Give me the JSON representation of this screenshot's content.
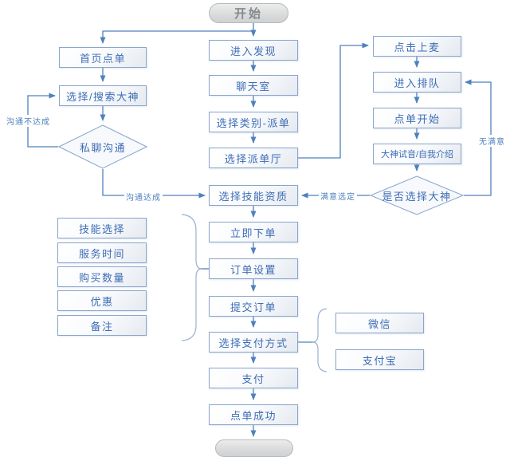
{
  "diagram": {
    "type": "flowchart",
    "language": "zh-CN",
    "colors": {
      "line": "#4f81bd",
      "box_border": "#8aa5cc",
      "box_text": "#3d6db5",
      "box_fill_start": "#ffffff",
      "box_fill_end": "#e5eaf0",
      "start_pill_fill": "#d9dadb",
      "start_pill_border": "#b6b9bc",
      "start_pill_text": "#85898d",
      "edge_label_text": "#4f81bd"
    },
    "nodes": {
      "start": {
        "label": "开始",
        "type": "terminator"
      },
      "homepage_order": {
        "label": "首页点单",
        "type": "process"
      },
      "select_search_expert": {
        "label": "选择/搜索大神",
        "type": "process"
      },
      "private_chat": {
        "label": "私聊沟通",
        "type": "decision"
      },
      "enter_discover": {
        "label": "进入发现",
        "type": "process"
      },
      "chat_room": {
        "label": "聊天室",
        "type": "process"
      },
      "select_category_dispatch": {
        "label": "选择类别-派单",
        "type": "process"
      },
      "select_dispatch_hall": {
        "label": "选择派单厅",
        "type": "process"
      },
      "select_skill_qualification": {
        "label": "选择技能资质",
        "type": "process"
      },
      "order_now": {
        "label": "立即下单",
        "type": "process"
      },
      "order_settings": {
        "label": "订单设置",
        "type": "process"
      },
      "submit_order": {
        "label": "提交订单",
        "type": "process"
      },
      "select_payment_method": {
        "label": "选择支付方式",
        "type": "process"
      },
      "pay": {
        "label": "支付",
        "type": "process"
      },
      "order_success": {
        "label": "点单成功",
        "type": "process"
      },
      "click_mic": {
        "label": "点击上麦",
        "type": "process"
      },
      "enter_queue": {
        "label": "进入排队",
        "type": "process"
      },
      "order_start": {
        "label": "点单开始",
        "type": "process"
      },
      "expert_audition": {
        "label": "大神试音/自我介绍",
        "type": "process"
      },
      "choose_expert_decision": {
        "label": "是否选择大神",
        "type": "decision"
      },
      "skill_selection": {
        "label": "技能选择",
        "type": "process"
      },
      "service_time": {
        "label": "服务时间",
        "type": "process"
      },
      "purchase_quantity": {
        "label": "购买数量",
        "type": "process"
      },
      "discount": {
        "label": "优惠",
        "type": "process"
      },
      "remarks": {
        "label": "备注",
        "type": "process"
      },
      "wechat": {
        "label": "微信",
        "type": "process"
      },
      "alipay": {
        "label": "支付宝",
        "type": "process"
      }
    },
    "edge_labels": {
      "communication_failed": "沟通不达成",
      "communication_reached": "沟通达成",
      "satisfied_selected": "满意选定",
      "not_satisfied": "无满意"
    }
  }
}
